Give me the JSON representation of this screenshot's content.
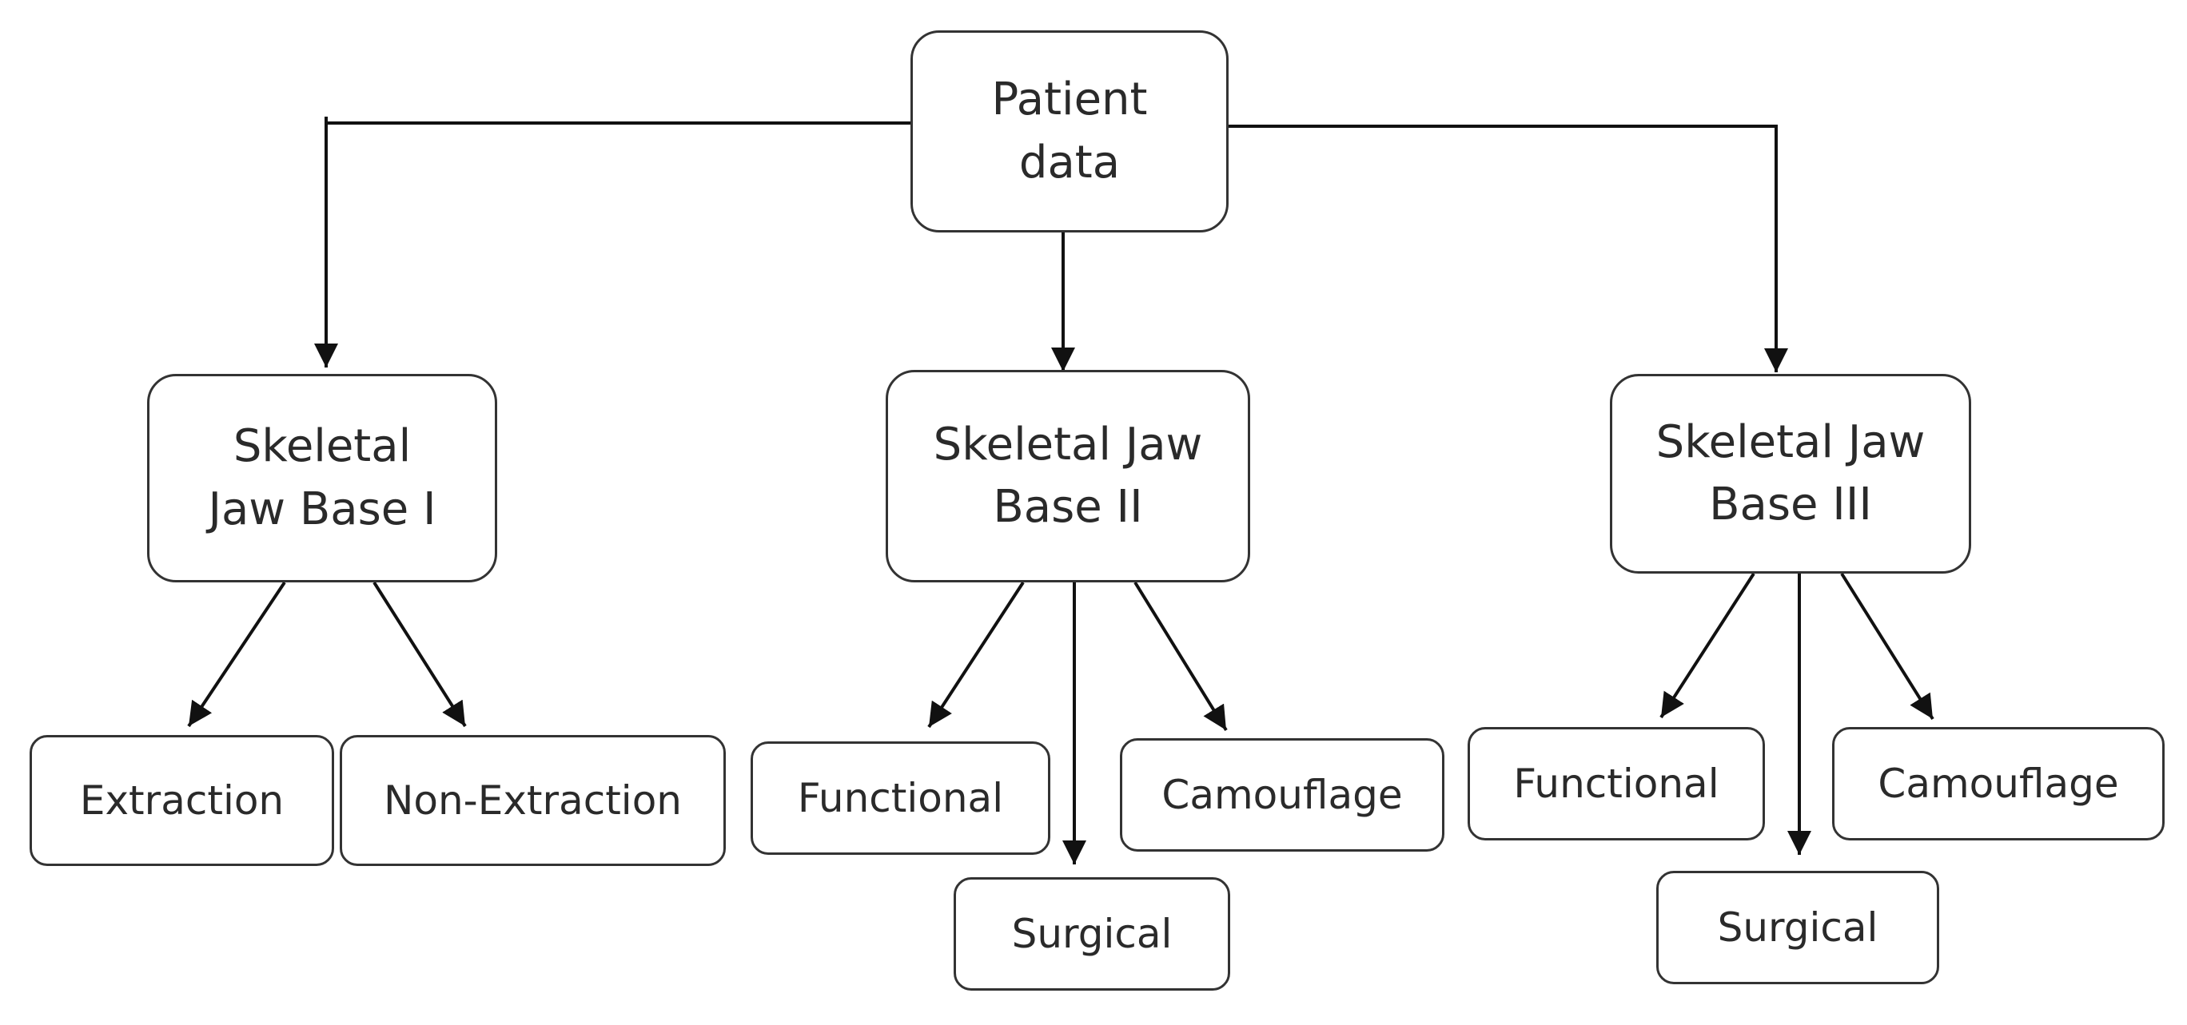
{
  "root": {
    "line1": "Patient",
    "line2": "data"
  },
  "bases": [
    {
      "line1": "Skeletal",
      "line2": "Jaw Base I"
    },
    {
      "line1": "Skeletal Jaw",
      "line2": "Base II"
    },
    {
      "line1": "Skeletal Jaw",
      "line2": "Base III"
    }
  ],
  "base1_children": {
    "extraction": "Extraction",
    "non_extraction": "Non-Extraction"
  },
  "base2_children": {
    "functional": "Functional",
    "surgical": "Surgical",
    "camouflage": "Camouflage"
  },
  "base3_children": {
    "functional": "Functional",
    "surgical": "Surgical",
    "camouflage": "Camouflage"
  },
  "colors": {
    "line": "#111111",
    "border": "#333333",
    "text": "#2a2a2a"
  }
}
